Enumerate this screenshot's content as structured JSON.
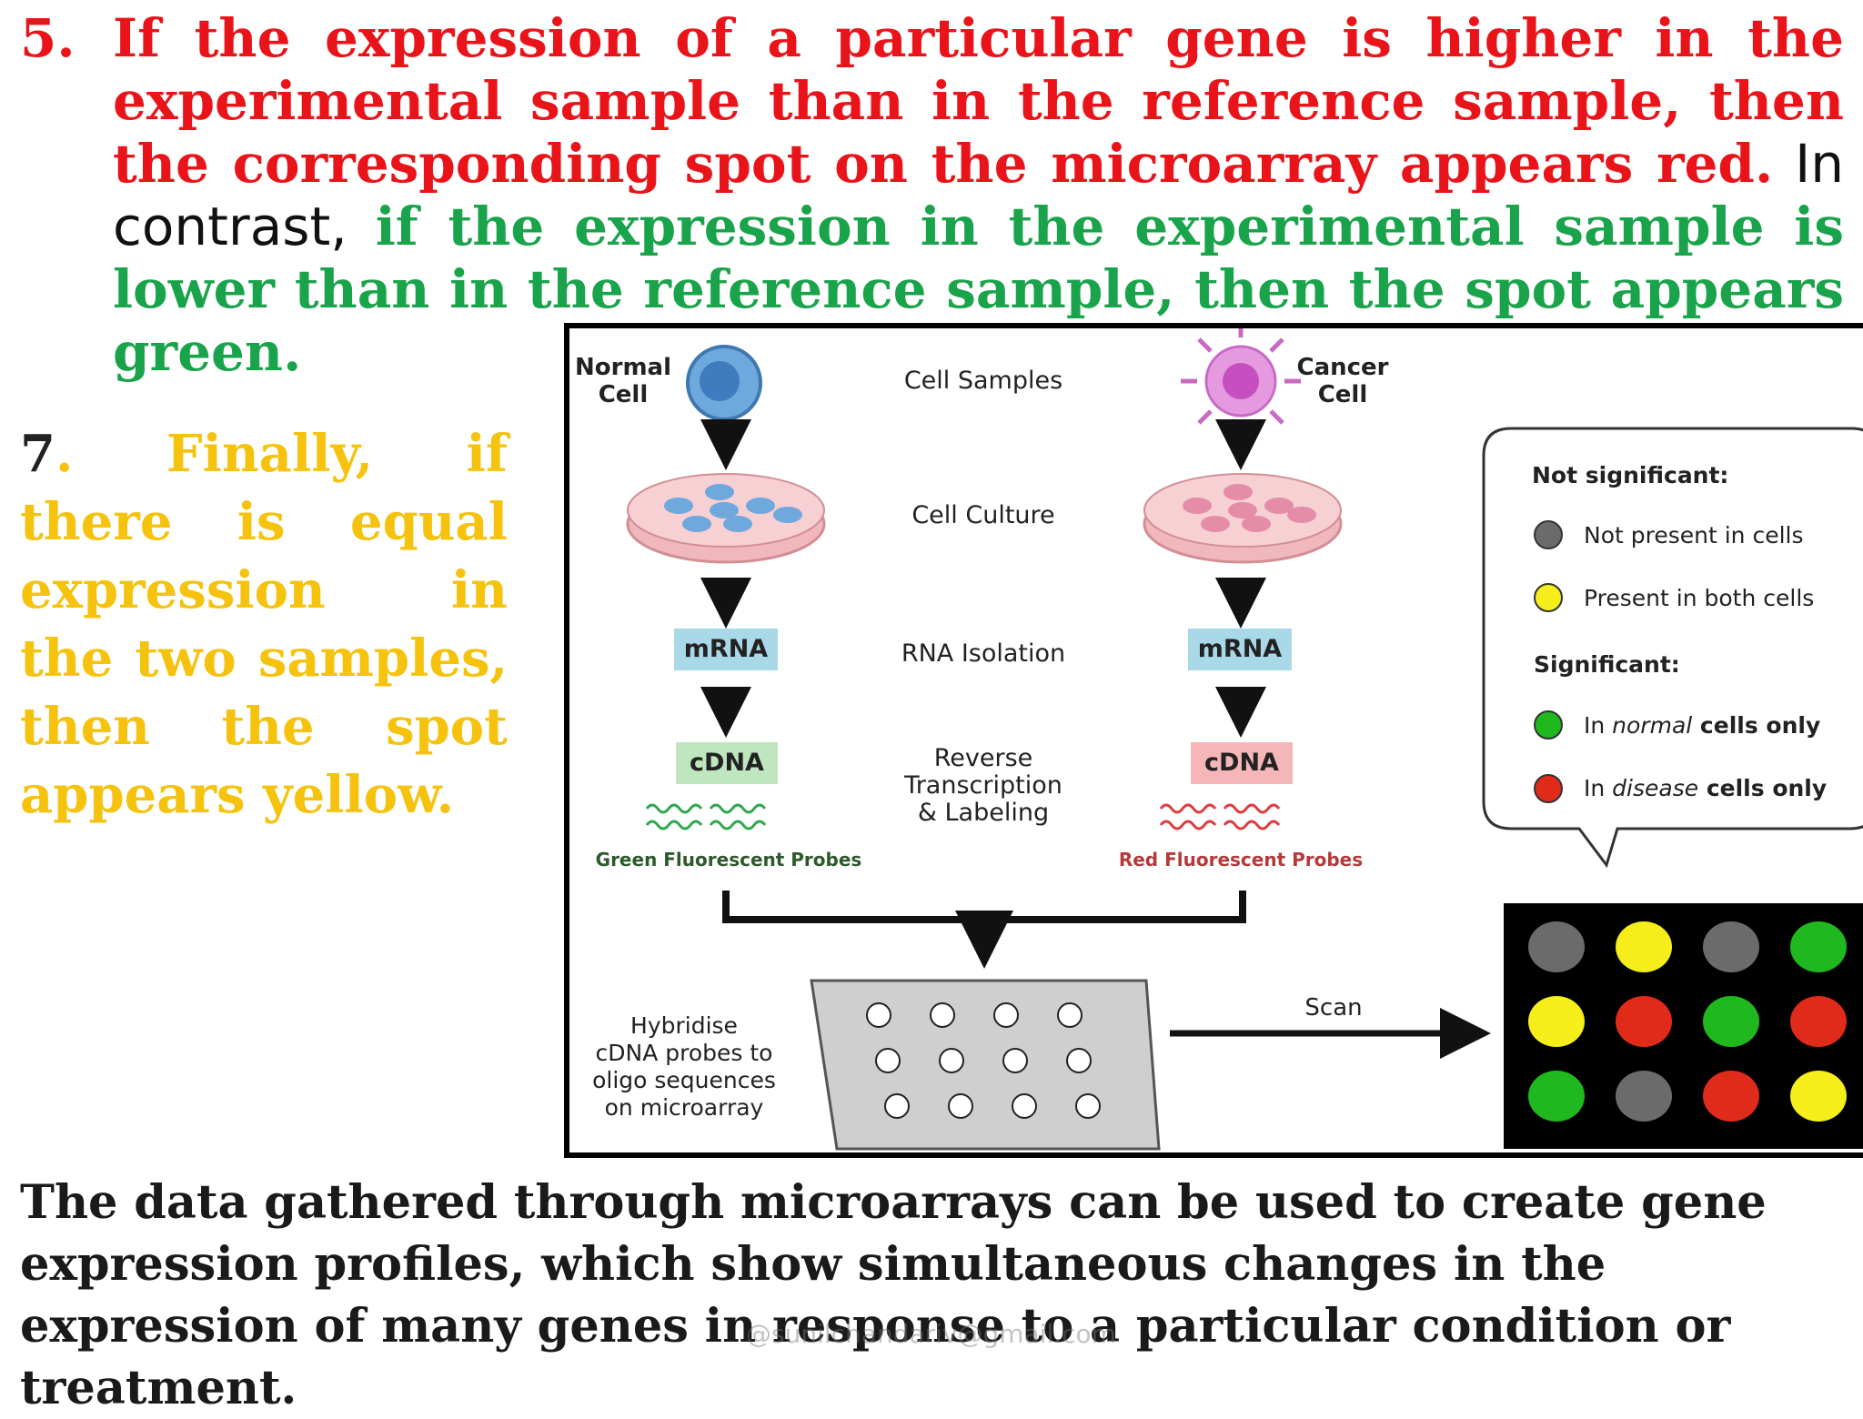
{
  "point5": {
    "number": "5.",
    "red_text": "If the expression of a particular gene is higher in the experimental sample than in the reference sample, then the corresponding spot on the microarray appears red.",
    "contrast": " In contrast, ",
    "green_text": "if the expression in the experimental sample is lower than in the reference sample, then the spot appears green."
  },
  "point7": {
    "number": "7",
    "text": ". Finally, if there is equal expression in the two samples, then the spot appears yellow."
  },
  "bottom_text": "The data gathered through microarrays can be used to create gene expression profiles, which show simultaneous changes in the expression of many genes in response to a particular condition or treatment.",
  "watermark": "@sunilchandariv@gmail.com",
  "diagram": {
    "normal_cell": "Normal\nCell",
    "cancer_cell": "Cancer\nCell",
    "steps": {
      "cell_samples": "Cell Samples",
      "cell_culture": "Cell Culture",
      "rna_isolation": "RNA Isolation",
      "reverse_transcription": "Reverse\nTranscription\n& Labeling"
    },
    "mrna_label": "mRNA",
    "cdna_label": "cDNA",
    "green_probes": "Green Fluorescent Probes",
    "red_probes": "Red Fluorescent Probes",
    "hybridise": "Hybridise\ncDNA probes to\noligo sequences\non microarray",
    "scan": "Scan",
    "legend": {
      "not_significant": "Not significant:",
      "not_present": "Not present in cells",
      "present_both": "Present in both cells",
      "significant": "Significant:",
      "normal_prefix": "In ",
      "normal_em": "normal",
      "normal_suffix": " cells only",
      "disease_prefix": "In ",
      "disease_em": "disease",
      "disease_suffix": " cells only"
    },
    "colors": {
      "grey": "#6b6b6b",
      "yellow": "#f5ee1a",
      "green": "#1fb81f",
      "red": "#e02a1a"
    },
    "microarray_grid": [
      [
        "grey",
        "yellow",
        "grey",
        "green"
      ],
      [
        "yellow",
        "red",
        "green",
        "red"
      ],
      [
        "green",
        "grey",
        "red",
        "yellow"
      ]
    ]
  }
}
